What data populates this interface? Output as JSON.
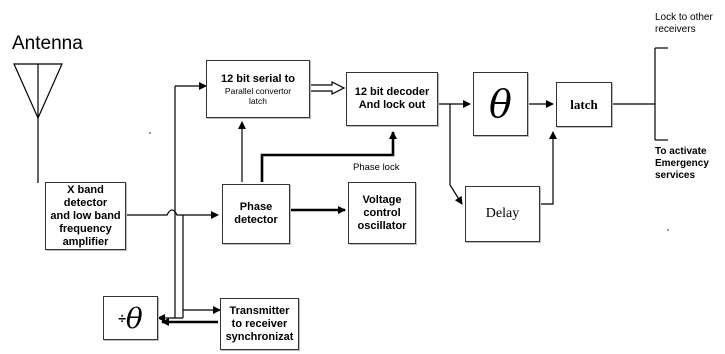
{
  "antenna_label": "Antenna",
  "blocks": {
    "x_band": "X band detector\nand low band\nfrequency\namplifier",
    "serial_title": "12 bit serial to",
    "serial_sub": "Parallel convertor\nlatch",
    "decoder": "12 bit decoder\nAnd lock out",
    "theta": "θ",
    "latch": "latch",
    "phase_detector": "Phase\ndetector",
    "vco": "Voltage\ncontrol\noscillator",
    "delay": "Delay",
    "transmitter": "Transmitter\nto receiver\nsynchronizat",
    "div_theta_prefix": "÷",
    "div_theta_symbol": "θ"
  },
  "labels": {
    "phase_lock": "Phase lock",
    "lock_other": "Lock to other\nreceivers",
    "emergency": "To activate\nEmergency\nservices"
  }
}
